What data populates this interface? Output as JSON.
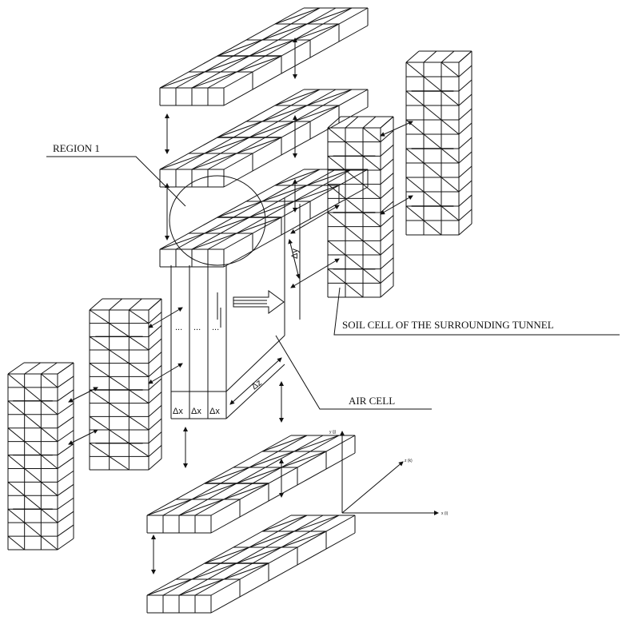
{
  "labels": {
    "region": "REGION 1",
    "soil_cell": "SOIL CELL OF THE SURROUNDING TUNNEL",
    "air_cell": "AIR CELL",
    "delta_x_1": "Δx",
    "delta_x_2": "Δx",
    "delta_x_3": "Δx",
    "delta_y": "Δy",
    "delta_z": "Δz",
    "ellipsis_1": "...",
    "ellipsis_2": "...",
    "ellipsis_3": "..."
  },
  "axes": {
    "y_label": "y (j)",
    "z_label": "z (k)",
    "x_label": "x (i)"
  }
}
